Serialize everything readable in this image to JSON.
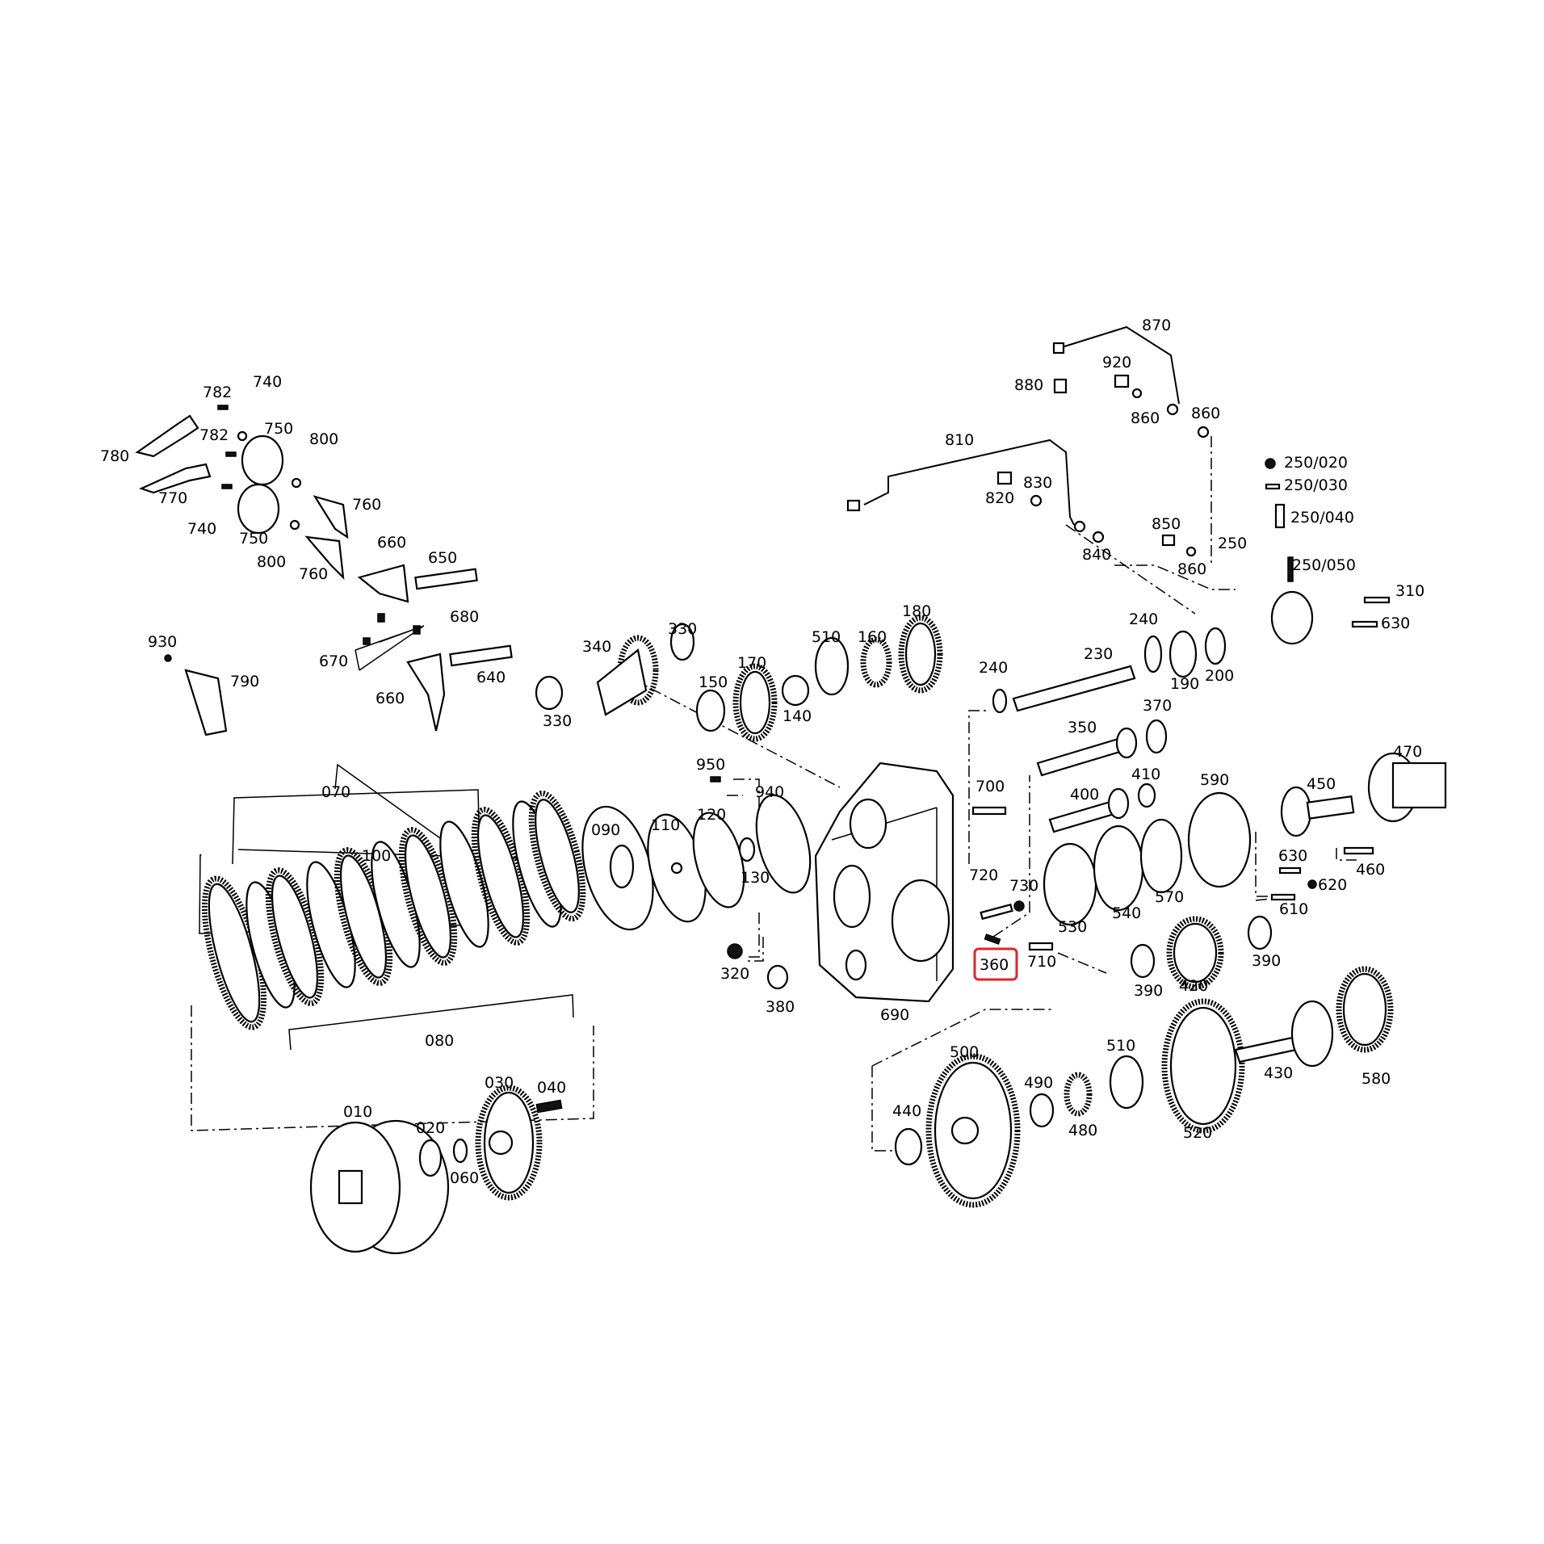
{
  "labels": {
    "l010": "010",
    "l020": "020",
    "l030": "030",
    "l040": "040",
    "l060": "060",
    "l070": "070",
    "l080": "080",
    "l090": "090",
    "l100": "100",
    "l110": "110",
    "l120": "120",
    "l130": "130",
    "l140": "140",
    "l150": "150",
    "l160": "160",
    "l170": "170",
    "l180": "180",
    "l190": "190",
    "l200": "200",
    "l230": "230",
    "l240a": "240",
    "l240b": "240",
    "l250": "250",
    "l250_020": "250/020",
    "l250_030": "250/030",
    "l250_040": "250/040",
    "l250_050": "250/050",
    "l310": "310",
    "l320": "320",
    "l330a": "330",
    "l330b": "330",
    "l340": "340",
    "l350": "350",
    "l360": "360",
    "l370": "370",
    "l380": "380",
    "l390a": "390",
    "l390b": "390",
    "l400": "400",
    "l410": "410",
    "l420": "420",
    "l430": "430",
    "l440": "440",
    "l450": "450",
    "l460": "460",
    "l470": "470",
    "l480": "480",
    "l490": "490",
    "l500": "500",
    "l510a": "510",
    "l510b": "510",
    "l520": "520",
    "l530": "530",
    "l540": "540",
    "l570": "570",
    "l580": "580",
    "l590": "590",
    "l610": "610",
    "l620": "620",
    "l630a": "630",
    "l630b": "630",
    "l640": "640",
    "l650": "650",
    "l660a": "660",
    "l660b": "660",
    "l670": "670",
    "l680": "680",
    "l690": "690",
    "l700": "700",
    "l710": "710",
    "l720": "720",
    "l730": "730",
    "l740a": "740",
    "l740b": "740",
    "l750a": "750",
    "l750b": "750",
    "l760a": "760",
    "l760b": "760",
    "l770": "770",
    "l780": "780",
    "l782a": "782",
    "l782b": "782",
    "l790": "790",
    "l800a": "800",
    "l800b": "800",
    "l810": "810",
    "l820": "820",
    "l830": "830",
    "l840": "840",
    "l850": "850",
    "l860a": "860",
    "l860b": "860",
    "l860c": "860",
    "l870": "870",
    "l880": "880",
    "l920": "920",
    "l930": "930",
    "l940": "940",
    "l950": "950"
  },
  "highlight": {
    "target": "360",
    "color": "#e0242b"
  }
}
